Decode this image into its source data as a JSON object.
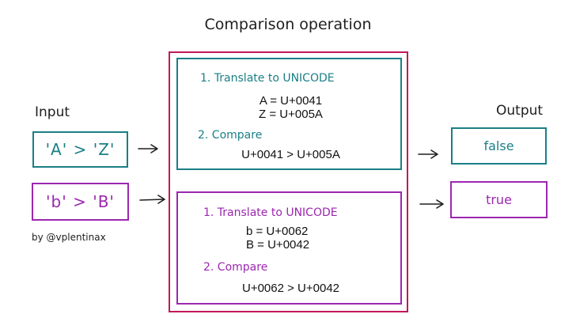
{
  "title": "Comparison operation",
  "input_label": "Input",
  "output_label": "Output",
  "inputs": [
    {
      "expr": "'A' > 'Z'"
    },
    {
      "expr": "'b' > 'B'"
    }
  ],
  "outputs": [
    {
      "value": "false"
    },
    {
      "value": "true"
    }
  ],
  "credit": "by @vplentinax",
  "blocks": [
    {
      "step1": "1. Translate to UNICODE",
      "line1": "A = U+0041",
      "line2": "Z = U+005A",
      "step2": "2. Compare",
      "result": "U+0041 > U+005A"
    },
    {
      "step1": "1. Translate to UNICODE",
      "line1": "b = U+0062",
      "line2": "B = U+0042",
      "step2": "2. Compare",
      "result": "U+0062 > U+0042"
    }
  ],
  "colors": {
    "teal": "#1a7f86",
    "purple": "#9c27b0",
    "crimson": "#c2185b"
  }
}
